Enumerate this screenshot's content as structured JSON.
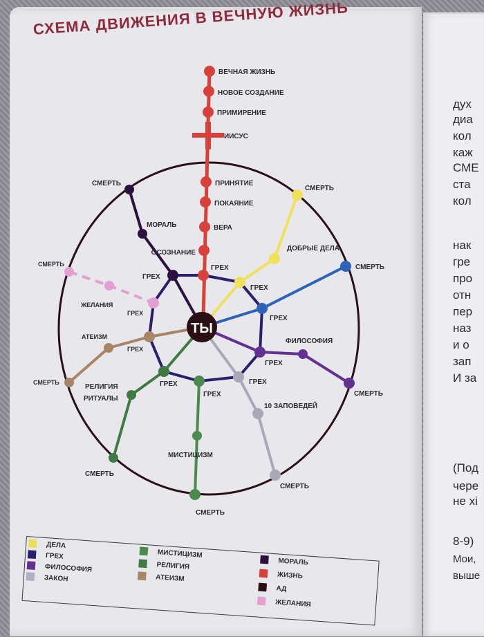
{
  "title": "СХЕМА ДВИЖЕНИЯ В ВЕЧНУЮ ЖИЗНЬ",
  "diagram": {
    "center": "ТЫ",
    "life_line": [
      "ВЕЧНАЯ ЖИЗНЬ",
      "НОВОЕ СОЗДАНИЕ",
      "ПРИМИРЕНИЕ",
      "ИИСУС",
      "ПРИНЯТИЕ",
      "ПОКАЯНИЕ",
      "ВЕРА",
      "ОСОЗНАНИЕ",
      "ГРЕХ"
    ],
    "death": "СМЕРТЬ",
    "sin": "ГРЕХ",
    "stations": {
      "morality": "МОРАЛЬ",
      "desires": "ЖЕЛАНИЯ",
      "atheism": "АТЕИЗМ",
      "religion": "РЕЛИГИЯ",
      "rituals": "РИТУАЛЫ",
      "mysticism": "МИСТИЦИЗМ",
      "good_deeds": "ДОБРЫЕ ДЕЛА",
      "philosophy": "ФИЛОСОФИЯ",
      "commandments": "10 ЗАПОВЕДЕЙ"
    }
  },
  "colors": {
    "life": "#d8403a",
    "morality": "#2b1140",
    "sin": "#2c1d6e",
    "deeds": "#f1e05a",
    "law_blue": "#2d63b8",
    "philosophy": "#63318f",
    "law": "#a9a8b8",
    "mysticism": "#3f8a45",
    "religion": "#3f7a43",
    "atheism": "#a78565",
    "hell": "#2a1014",
    "desires": "#e2a0d2"
  },
  "legend": {
    "col1": [
      {
        "label": "ДЕЛА",
        "color": "#e8df5a"
      },
      {
        "label": "ГРЕХ",
        "color": "#2c1d6e"
      },
      {
        "label": "ФИЛОСОФИЯ",
        "color": "#63318f"
      },
      {
        "label": "ЗАКОН",
        "color": "#b0afc4"
      }
    ],
    "col2": [
      {
        "label": "МИСТИЦИЗМ",
        "color": "#4a8a4c"
      },
      {
        "label": "РЕЛИГИЯ",
        "color": "#3f7a43"
      },
      {
        "label": "АТЕИЗМ",
        "color": "#a78565"
      }
    ],
    "col3": [
      {
        "label": "МОРАЛЬ",
        "color": "#2b1140"
      },
      {
        "label": "ЖИЗНЬ",
        "color": "#d8403a"
      },
      {
        "label": "АД",
        "color": "#2a1014"
      },
      {
        "label": "ЖЕЛАНИЯ",
        "color": "#e2a0d2"
      }
    ]
  },
  "right_page": {
    "lines": [
      "дух",
      "диа",
      "кол",
      "каж",
      "СМЕ",
      "ста",
      "кол",
      "нак",
      "гре",
      "про",
      "отн",
      "пер",
      "наз",
      "и о",
      "зап",
      "И за",
      "(Под",
      "чере",
      "не хі",
      "8-9)",
      "Мои,",
      "выше"
    ]
  }
}
